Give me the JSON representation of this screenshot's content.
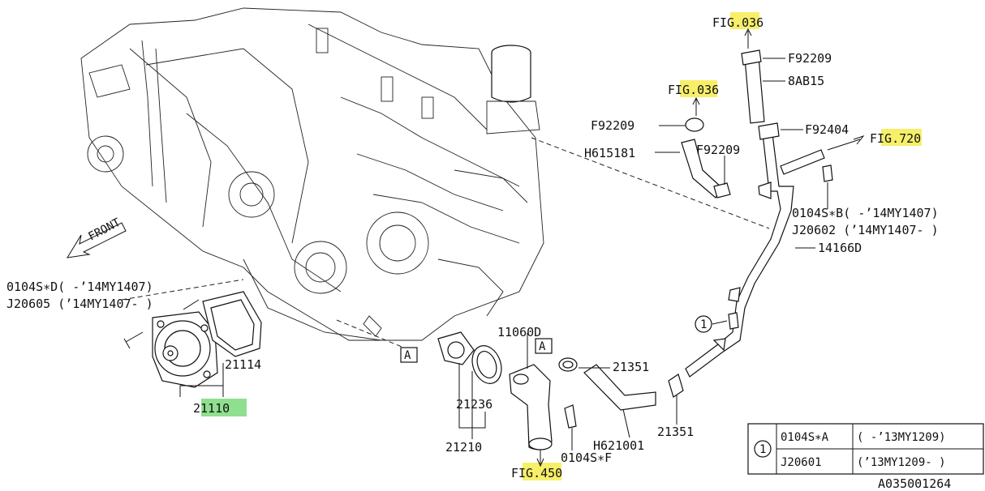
{
  "diagram_code": "A035001264",
  "front_label": "FRONT",
  "ref_a": "A",
  "callout_1": "1",
  "fig_labels": {
    "fig_top": "FIG.036",
    "fig_mid": "FIG.036",
    "fig_right": "FIG.720",
    "fig_bottom": "FIG.450"
  },
  "parts": {
    "p_f92209_top": "F92209",
    "p_8ab15": "8AB15",
    "p_f92209_left": "F92209",
    "p_f92404": "F92404",
    "p_h615181": "H615181",
    "p_f92209_mid": "F92209",
    "p_0104sb": "0104S∗B( -’14MY1407)",
    "p_j20602": "J20602 (’14MY1407- )",
    "p_14166d": "14166D",
    "p_0104sd": "0104S∗D( -’14MY1407)",
    "p_j20605": "J20605 (’14MY1407- )",
    "p_21114": "21114",
    "p_21110": "21110",
    "p_11060d": "11060D",
    "p_21351_top": "21351",
    "p_21236": "21236",
    "p_21210": "21210",
    "p_h621001": "H621001",
    "p_21351_bot": "21351",
    "p_0104sf": "0104S∗F"
  },
  "legend": {
    "number": "1",
    "rows": [
      {
        "part": "0104S∗A",
        "range": "( -’13MY1209)"
      },
      {
        "part": "J20601",
        "range": "(’13MY1209- )"
      }
    ]
  },
  "colors": {
    "highlight_yellow": "#f7ef6a",
    "highlight_green": "#8ee08e"
  }
}
